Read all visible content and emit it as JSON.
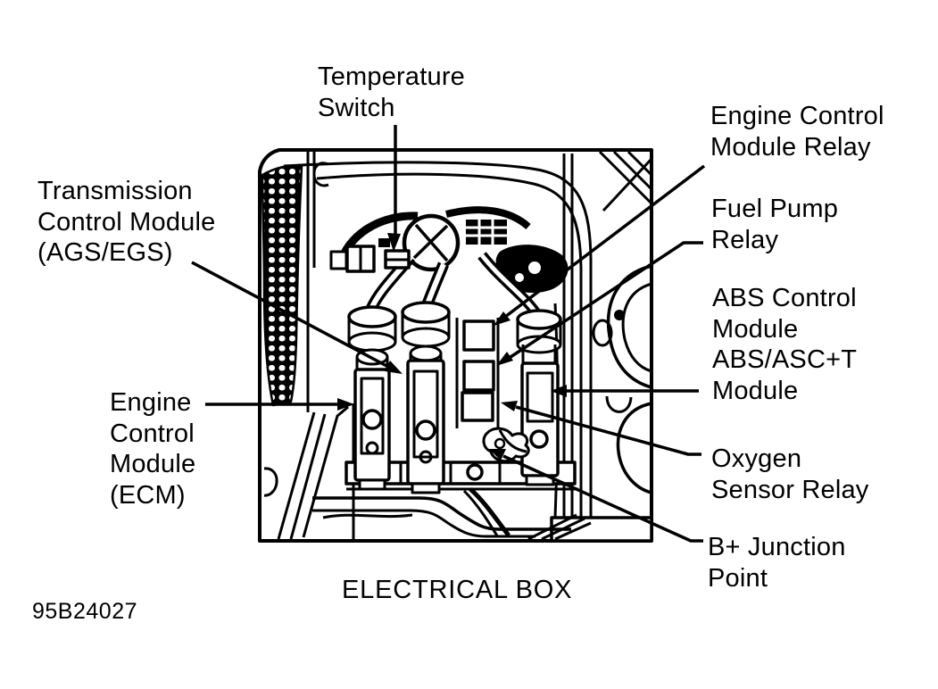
{
  "figure": {
    "caption": "ELECTRICAL BOX",
    "drawing_number": "95B24027",
    "ink_color": "#000000",
    "paper_color": "#ffffff"
  },
  "callouts": {
    "temperature_switch": "Temperature\nSwitch",
    "transmission_control_module": "Transmission\nControl Module\n(AGS/EGS)",
    "engine_control_module": "Engine\nControl\nModule\n(ECM)",
    "engine_control_module_relay": "Engine Control\nModule Relay",
    "fuel_pump_relay": "Fuel Pump\nRelay",
    "abs_control_module": "ABS Control\nModule\nABS/ASC+T\nModule",
    "oxygen_sensor_relay": "Oxygen\nSensor Relay",
    "b_plus_junction_point": "B+ Junction\nPoint"
  }
}
